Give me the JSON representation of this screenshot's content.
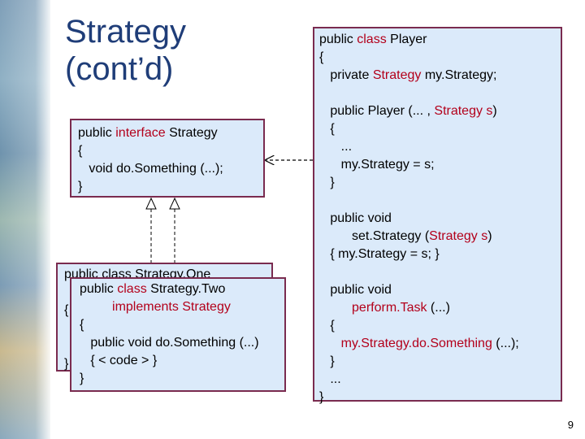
{
  "slide": {
    "title_line1": "Strategy",
    "title_line2": "(cont’d)",
    "page_number": "9"
  },
  "interface_box": {
    "l1a": "public ",
    "l1kw": "interface",
    "l1b": " Strategy",
    "l2": "{",
    "l3": "   void do.Something (...);",
    "l4": "}"
  },
  "player_box": {
    "l1a": "public ",
    "l1kw": "class",
    "l1b": " Player",
    "l2": "{",
    "l3a": "   private ",
    "l3kw": "Strategy",
    "l3b": " my.Strategy;",
    "l4": "",
    "l5a": "   public Player (... , ",
    "l5kw": "Strategy s",
    "l5b": ")",
    "l6": "   {",
    "l7": "      ...",
    "l8": "      my.Strategy = s;",
    "l9": "   }",
    "l10": "",
    "l11": "   public void",
    "l12a": "         set.Strategy (",
    "l12kw": "Strategy s",
    "l12b": ")",
    "l13": "   { my.Strategy = s; }",
    "l14": "",
    "l15": "   public void",
    "l16a": "         ",
    "l16kw": "perform.Task",
    "l16b": " (...)",
    "l17": "   {",
    "l18a": "      ",
    "l18kw": "my.Strategy.do.Something",
    "l18b": " (...);",
    "l19": "   }",
    "l20": "   ...",
    "l21": "}"
  },
  "strategy_one": {
    "l1": "public class Strategy.One",
    "l2": "{",
    "l3": "}"
  },
  "strategy_two": {
    "l1a": "public ",
    "l1kw": "class",
    "l1b": " Strategy.Two",
    "l2": "         implements Strategy",
    "l3": "{",
    "l4": "   public void do.Something (...)",
    "l5": "   { < code > }",
    "l6": "}"
  },
  "colors": {
    "title": "#1f3d78",
    "keyword": "#b3001b",
    "box_fill": "#dbeafa",
    "box_border": "#7a2b4f"
  }
}
